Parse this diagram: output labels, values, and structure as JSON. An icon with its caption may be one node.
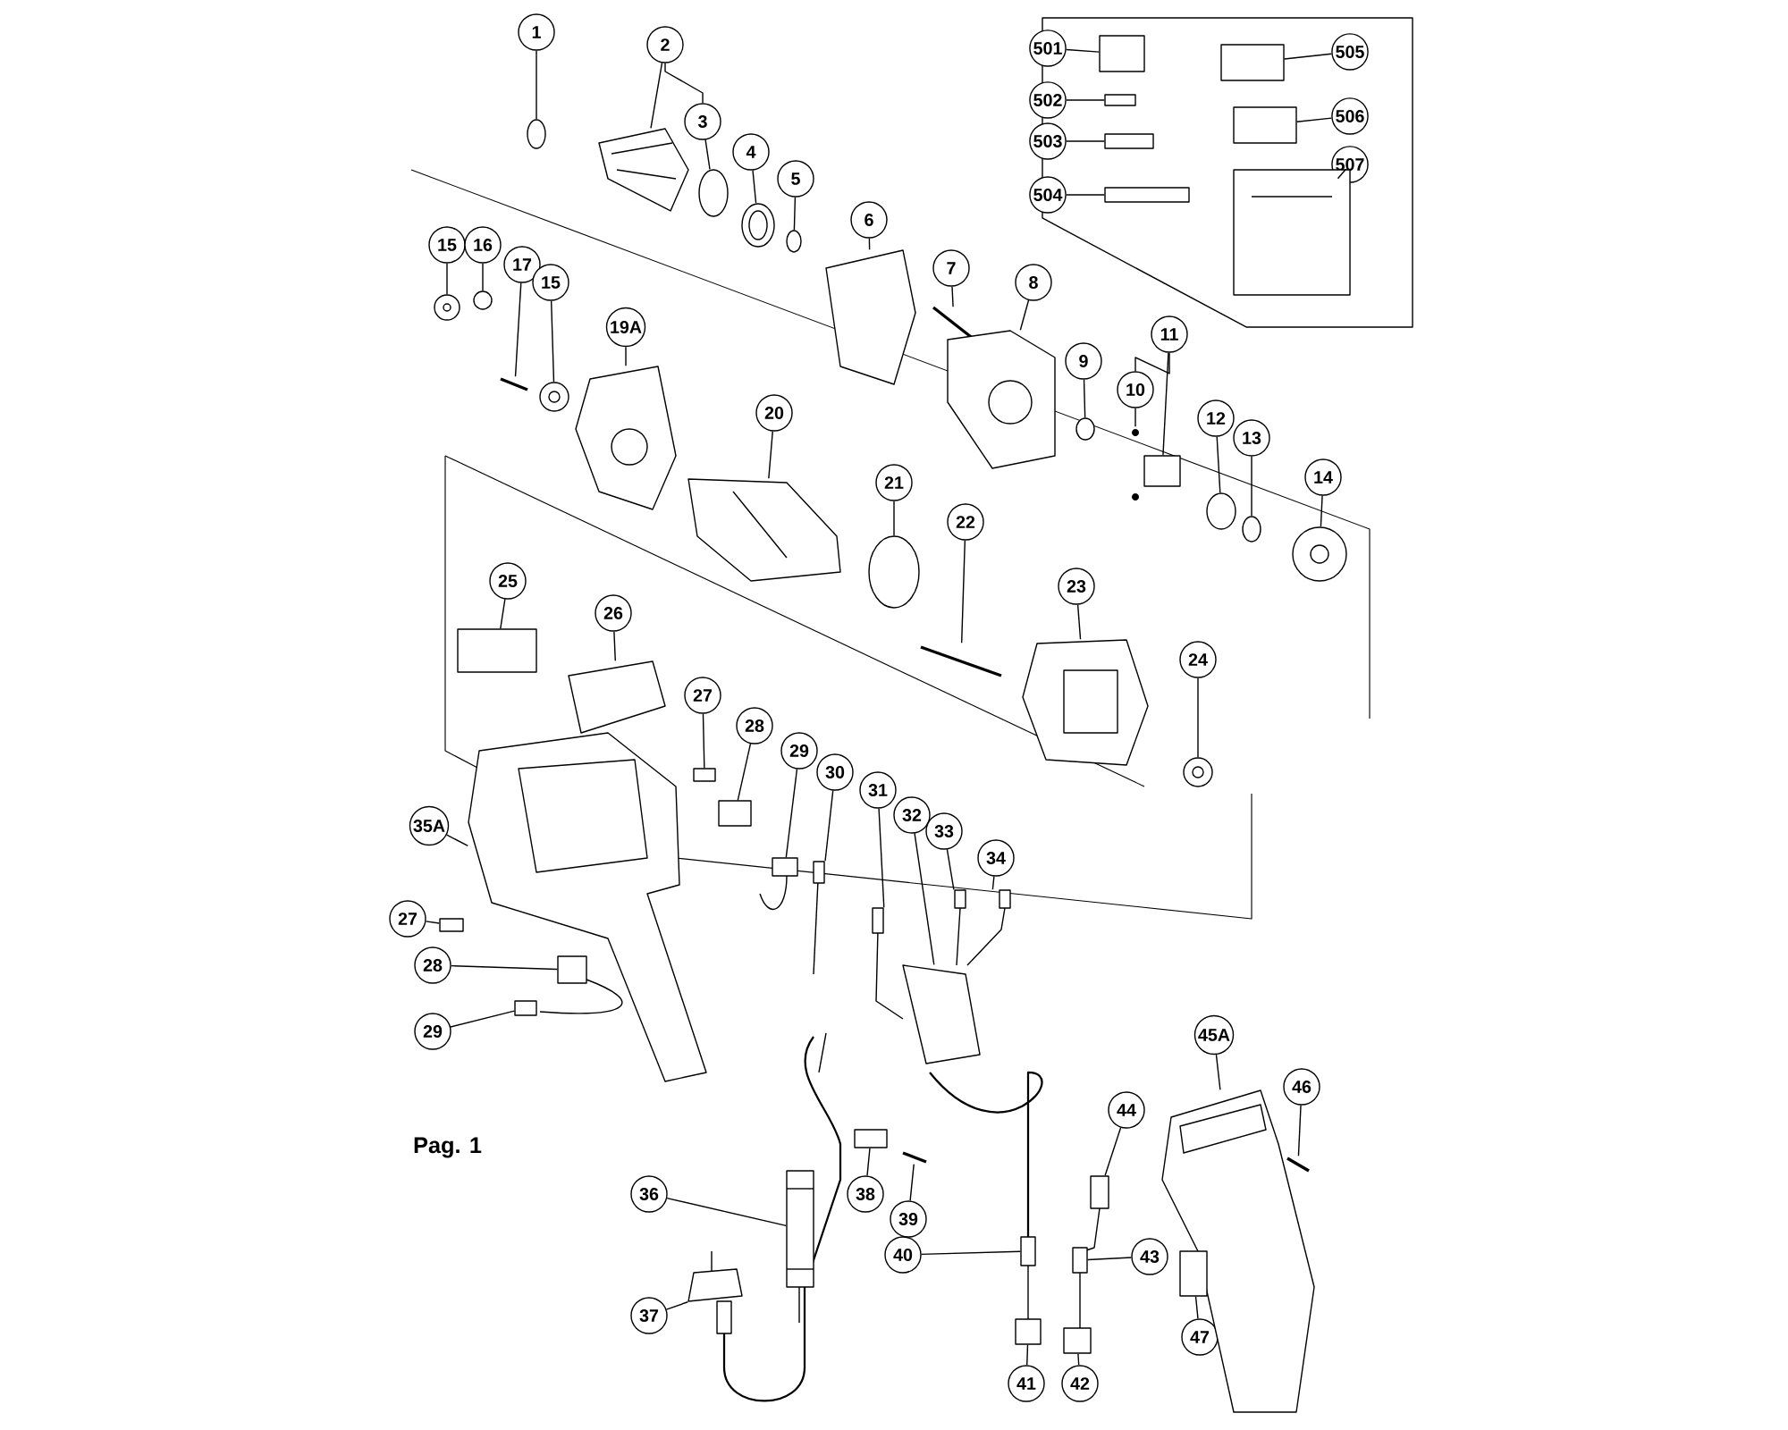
{
  "diagram": {
    "nodes": [
      {
        "text": [
          "1"
        ]
      },
      {
        "text": [
          "2"
        ]
      },
      {
        "text": [
          "3"
        ]
      },
      {
        "text": [
          "4"
        ]
      },
      {
        "text": [
          "5"
        ]
      },
      {
        "text": [
          "6"
        ]
      },
      {
        "text": [
          "7"
        ]
      },
      {
        "text": [
          "8"
        ]
      },
      {
        "text": [
          "9"
        ]
      },
      {
        "text": [
          "10"
        ]
      },
      {
        "text": [
          "11"
        ]
      },
      {
        "text": [
          "12"
        ]
      },
      {
        "text": [
          "13"
        ]
      },
      {
        "text": [
          "14"
        ]
      },
      {
        "text": [
          "15"
        ]
      },
      {
        "text": [
          "16"
        ]
      },
      {
        "text": [
          "17"
        ]
      },
      {
        "text": [
          "15"
        ]
      },
      {
        "text": [
          "19A"
        ]
      },
      {
        "text": [
          "20"
        ]
      },
      {
        "text": [
          "21"
        ]
      },
      {
        "text": [
          "22"
        ]
      },
      {
        "text": [
          "23"
        ]
      },
      {
        "text": [
          "24"
        ]
      },
      {
        "text": [
          "25"
        ]
      },
      {
        "text": [
          "26"
        ]
      },
      {
        "text": [
          "27"
        ]
      },
      {
        "text": [
          "28"
        ]
      },
      {
        "text": [
          "29"
        ]
      },
      {
        "text": [
          "30"
        ]
      },
      {
        "text": [
          "31"
        ]
      },
      {
        "text": [
          "32"
        ]
      },
      {
        "text": [
          "33"
        ]
      },
      {
        "text": [
          "34"
        ]
      },
      {
        "text": [
          "35A"
        ]
      },
      {
        "text": [
          "27"
        ]
      },
      {
        "text": [
          "28"
        ]
      },
      {
        "text": [
          "29"
        ]
      },
      {
        "text": [
          "36"
        ]
      },
      {
        "text": [
          "37"
        ]
      },
      {
        "text": [
          "38"
        ]
      },
      {
        "text": [
          "39"
        ]
      },
      {
        "text": [
          "40"
        ]
      },
      {
        "text": [
          "41"
        ]
      },
      {
        "text": [
          "42"
        ]
      },
      {
        "text": [
          "43"
        ]
      },
      {
        "text": [
          "44"
        ]
      },
      {
        "text": [
          "45A"
        ]
      },
      {
        "text": [
          "46"
        ]
      },
      {
        "text": [
          "47"
        ]
      },
      {
        "text": [
          "501"
        ]
      },
      {
        "text": [
          "502"
        ]
      },
      {
        "text": [
          "503"
        ]
      },
      {
        "text": [
          "504"
        ]
      },
      {
        "text": [
          "505"
        ]
      },
      {
        "text": [
          "506"
        ]
      },
      {
        "text": [
          "507"
        ]
      },
      {
        "text": [],
        "shape": "circle"
      },
      {
        "text": [],
        "shape": "picture"
      },
      {
        "text": [],
        "shape": "circle"
      },
      {
        "text": [],
        "shape": "picture"
      },
      {
        "text": [],
        "shape": "circle"
      },
      {
        "text": [],
        "shape": "picture"
      },
      {
        "text": [],
        "shape": "picture"
      },
      {
        "text": [],
        "shape": "picture"
      },
      {
        "text": [],
        "shape": "circle"
      },
      {
        "text": [],
        "shape": "picture"
      },
      {
        "text": [],
        "shape": "box"
      },
      {
        "text": [],
        "shape": "circle"
      },
      {
        "text": [],
        "shape": "circle"
      },
      {
        "text": [],
        "shape": "picture"
      },
      {
        "text": [],
        "shape": "picture"
      },
      {
        "text": [],
        "shape": "circle"
      },
      {
        "text": [],
        "shape": "picture"
      },
      {
        "text": [],
        "shape": "picture"
      },
      {
        "text": [],
        "shape": "picture"
      },
      {
        "text": [],
        "shape": "picture"
      },
      {
        "text": [],
        "shape": "circle"
      },
      {
        "text": [],
        "shape": "picture"
      },
      {
        "text": [],
        "shape": "picture"
      },
      {
        "text": [],
        "shape": "picture"
      },
      {
        "text": [],
        "shape": "box"
      },
      {
        "text": [],
        "shape": "picture"
      },
      {
        "text": [],
        "shape": "box"
      },
      {
        "text": [],
        "shape": "box"
      },
      {
        "text": [],
        "shape": "picture"
      },
      {
        "text": [],
        "shape": "picture"
      },
      {
        "text": [],
        "shape": "picture"
      },
      {
        "text": [],
        "shape": "picture"
      },
      {
        "text": [],
        "shape": "picture"
      },
      {
        "text": [],
        "shape": "picture"
      },
      {
        "text": [],
        "shape": "picture"
      },
      {
        "text": [],
        "shape": "box"
      },
      {
        "text": [],
        "shape": "picture"
      },
      {
        "text": [],
        "shape": "box"
      },
      {
        "text": [],
        "shape": "picture"
      },
      {
        "text": [],
        "shape": "picture"
      },
      {
        "text": [],
        "shape": "box"
      },
      {
        "text": [],
        "shape": "picture"
      },
      {
        "text": [],
        "shape": "picture"
      },
      {
        "text": [],
        "shape": "box"
      },
      {
        "text": [],
        "shape": "box"
      },
      {
        "text": [],
        "shape": "picture"
      },
      {
        "text": [],
        "shape": "box"
      },
      {
        "text": [],
        "shape": "picture"
      },
      {
        "text": [],
        "shape": "picture"
      },
      {
        "text": [],
        "shape": "box"
      },
      {
        "text": [],
        "shape": "box"
      },
      {
        "text": [],
        "shape": "box"
      },
      {
        "text": [],
        "shape": "box"
      },
      {
        "text": [],
        "shape": "box"
      },
      {
        "text": [],
        "shape": "box"
      },
      {
        "text": [],
        "shape": "box"
      },
      {
        "text": [],
        "shape": "picture"
      }
    ],
    "edges": [
      {
        "from": 0,
        "to": 57,
        "arrow": "none"
      },
      {
        "from": 1,
        "to": 58,
        "arrow": "none"
      },
      {
        "from": 2,
        "to": 59,
        "arrow": "none"
      },
      {
        "from": 3,
        "to": 60,
        "arrow": "none"
      },
      {
        "from": 4,
        "to": 61,
        "arrow": "none"
      },
      {
        "from": 5,
        "to": 62,
        "arrow": "none"
      },
      {
        "from": 6,
        "to": 63,
        "arrow": "none"
      },
      {
        "from": 7,
        "to": 64,
        "arrow": "none"
      },
      {
        "from": 8,
        "to": 65,
        "arrow": "none"
      },
      {
        "from": 9,
        "to": 66,
        "arrow": "none"
      },
      {
        "from": 10,
        "to": 67,
        "arrow": "none"
      },
      {
        "from": 11,
        "to": 68,
        "arrow": "none"
      },
      {
        "from": 12,
        "to": 69,
        "arrow": "none"
      },
      {
        "from": 13,
        "to": 70,
        "arrow": "none"
      },
      {
        "from": 14,
        "to": 71,
        "arrow": "none"
      },
      {
        "from": 15,
        "to": 72,
        "arrow": "none"
      },
      {
        "from": 16,
        "to": 73,
        "arrow": "none"
      },
      {
        "from": 17,
        "to": 74,
        "arrow": "none"
      },
      {
        "from": 18,
        "to": 75,
        "arrow": "none"
      },
      {
        "from": 19,
        "to": 76,
        "arrow": "none"
      },
      {
        "from": 20,
        "to": 77,
        "arrow": "none"
      },
      {
        "from": 21,
        "to": 78,
        "arrow": "none"
      },
      {
        "from": 22,
        "to": 79,
        "arrow": "none"
      },
      {
        "from": 23,
        "to": 80,
        "arrow": "none"
      },
      {
        "from": 24,
        "to": 81,
        "arrow": "none"
      },
      {
        "from": 25,
        "to": 82,
        "arrow": "none"
      },
      {
        "from": 26,
        "to": 83,
        "arrow": "none"
      },
      {
        "from": 27,
        "to": 84,
        "arrow": "none"
      },
      {
        "from": 28,
        "to": 85,
        "arrow": "none"
      },
      {
        "from": 29,
        "to": 86,
        "arrow": "none"
      },
      {
        "from": 30,
        "to": 87,
        "arrow": "none"
      },
      {
        "from": 31,
        "to": 88,
        "arrow": "none"
      },
      {
        "from": 32,
        "to": 89,
        "arrow": "none"
      },
      {
        "from": 33,
        "to": 90,
        "arrow": "none"
      },
      {
        "from": 34,
        "to": 91,
        "arrow": "none"
      },
      {
        "from": 35,
        "to": 92,
        "arrow": "none"
      },
      {
        "from": 36,
        "to": 93,
        "arrow": "none"
      },
      {
        "from": 37,
        "to": 94,
        "arrow": "none"
      },
      {
        "from": 38,
        "to": 95,
        "arrow": "none"
      },
      {
        "from": 39,
        "to": 96,
        "arrow": "none"
      },
      {
        "from": 40,
        "to": 97,
        "arrow": "none"
      },
      {
        "from": 41,
        "to": 98,
        "arrow": "none"
      },
      {
        "from": 42,
        "to": 99,
        "arrow": "none"
      },
      {
        "from": 43,
        "to": 100,
        "arrow": "none"
      },
      {
        "from": 44,
        "to": 101,
        "arrow": "none"
      },
      {
        "from": 45,
        "to": 102,
        "arrow": "none"
      },
      {
        "from": 46,
        "to": 103,
        "arrow": "none"
      },
      {
        "from": 47,
        "to": 104,
        "arrow": "none"
      },
      {
        "from": 48,
        "to": 105,
        "arrow": "none"
      },
      {
        "from": 49,
        "to": 106,
        "arrow": "none"
      },
      {
        "from": 50,
        "to": 107,
        "arrow": "none"
      },
      {
        "from": 51,
        "to": 108,
        "arrow": "none"
      },
      {
        "from": 52,
        "to": 109,
        "arrow": "none"
      },
      {
        "from": 53,
        "to": 110,
        "arrow": "none"
      },
      {
        "from": 54,
        "to": 111,
        "arrow": "none"
      },
      {
        "from": 55,
        "to": 112,
        "arrow": "none"
      },
      {
        "from": 56,
        "to": 113,
        "arrow": "none"
      },
      {
        "from": 1,
        "to": 2,
        "arrow": "none"
      },
      {
        "from": 9,
        "to": 10,
        "arrow": "none"
      }
    ],
    "labels": [
      "Pag. 1"
    ]
  }
}
